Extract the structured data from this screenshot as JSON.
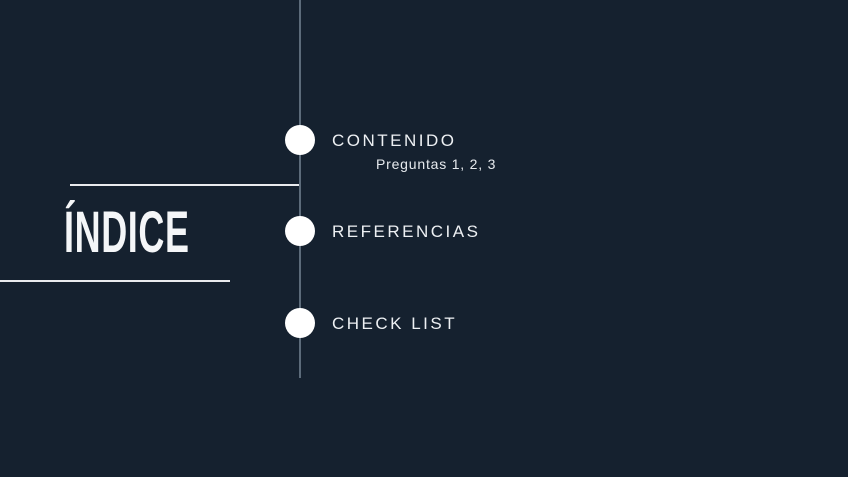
{
  "slide": {
    "title": "ÍNDICE",
    "items": [
      {
        "label": "CONTENIDO",
        "sublabel": "Preguntas 1, 2, 3"
      },
      {
        "label": "REFERENCIAS"
      },
      {
        "label": "CHECK LIST"
      }
    ],
    "colors": {
      "background": "#15212f",
      "text": "#f4f6f8",
      "bullet_circle": "#ffffff",
      "timeline_line": "#5c6b7a",
      "accent_line": "#e9ebee"
    }
  }
}
